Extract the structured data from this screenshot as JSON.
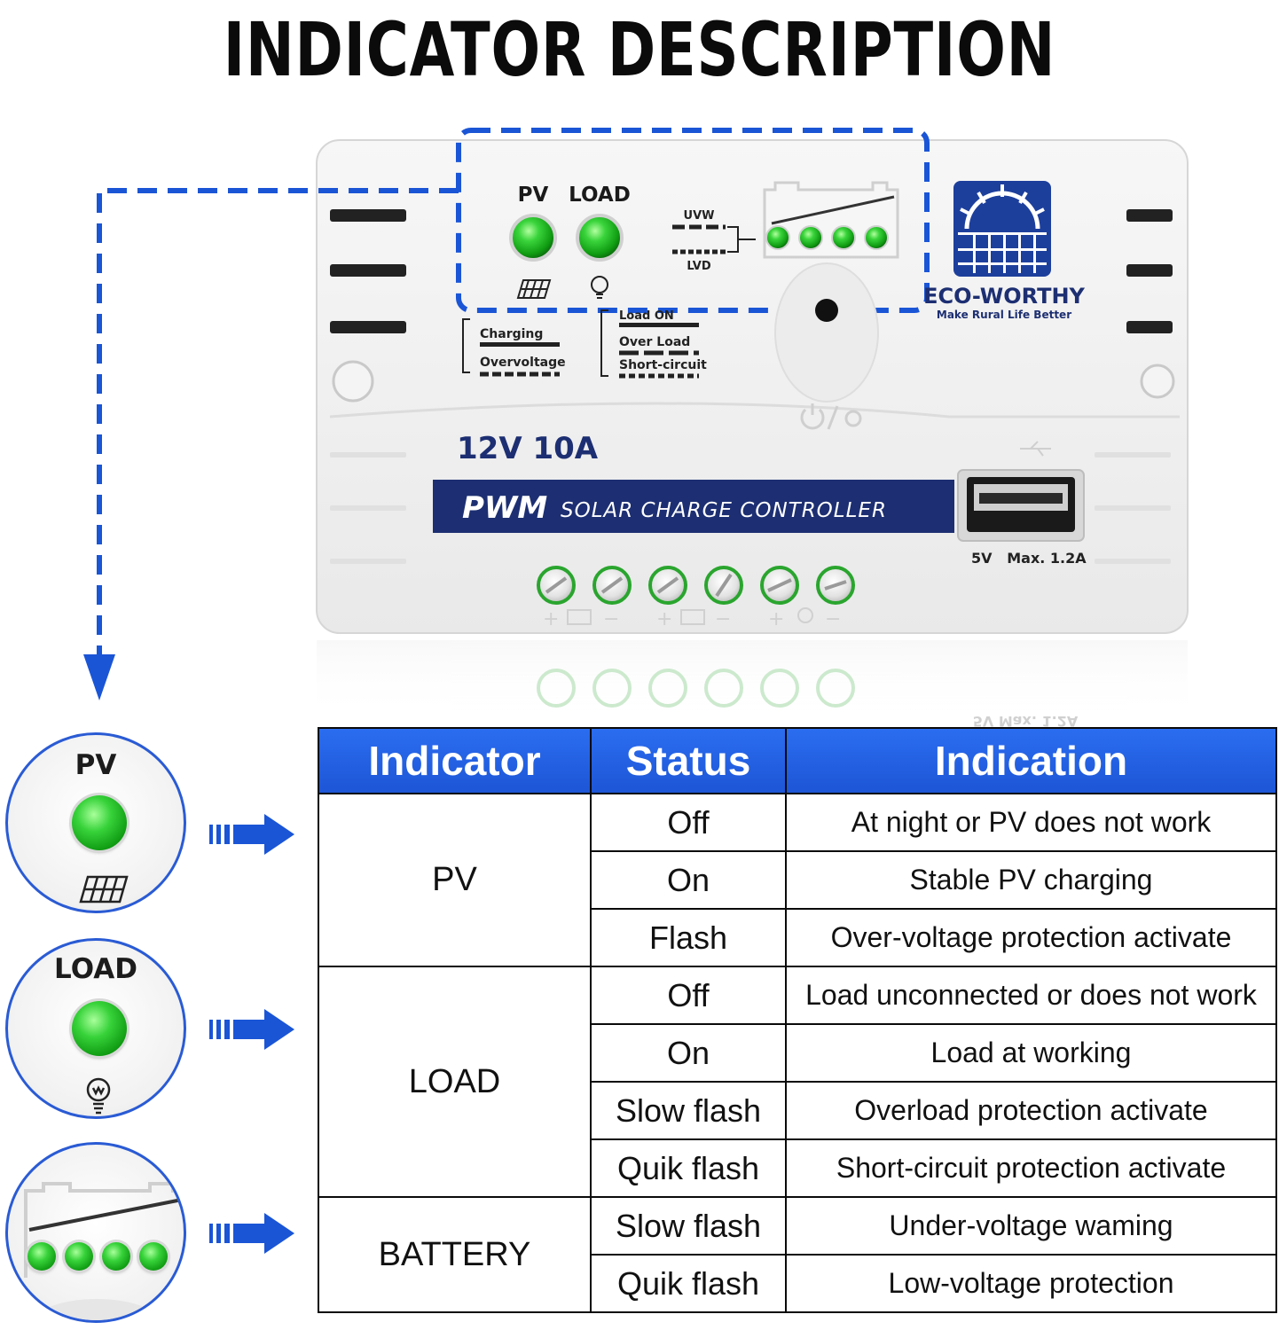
{
  "title": "INDICATOR DESCRIPTION",
  "device": {
    "pv_label": "PV",
    "load_label": "LOAD",
    "uvw_label": "UVW",
    "lvd_label": "LVD",
    "charging_label": "Charging",
    "overvoltage_label": "Overvoltage",
    "load_on_label": "Load ON",
    "over_load_label": "Over Load",
    "short_circuit_label": "Short-circuit",
    "brand": "ECO-WORTHY",
    "slogan": "Make Rural Life Better",
    "rating": "12V 10A",
    "band_bold": "PWM",
    "band_text": "SOLAR CHARGE CONTROLLER",
    "usb_rating": "5V   Max. 1.2A",
    "reflection_text": "5V Max. 1.2A"
  },
  "circles": {
    "pv_label": "PV",
    "load_label": "LOAD"
  },
  "table": {
    "headers": [
      "Indicator",
      "Status",
      "Indication"
    ],
    "groups": [
      {
        "indicator": "PV",
        "rows": [
          {
            "status": "Off",
            "indication": "At night or PV does not work"
          },
          {
            "status": "On",
            "indication": "Stable PV charging"
          },
          {
            "status": "Flash",
            "indication": "Over-voltage protection activate"
          }
        ]
      },
      {
        "indicator": "LOAD",
        "rows": [
          {
            "status": "Off",
            "indication": "Load unconnected or does not work"
          },
          {
            "status": "On",
            "indication": "Load at working"
          },
          {
            "status": "Slow flash",
            "indication": "Overload protection activate"
          },
          {
            "status": "Quik flash",
            "indication": "Short-circuit protection activate"
          }
        ]
      },
      {
        "indicator": "BATTERY",
        "rows": [
          {
            "status": "Slow flash",
            "indication": "Under-voltage waming"
          },
          {
            "status": "Quik flash",
            "indication": "Low-voltage protection"
          }
        ]
      }
    ]
  },
  "colors": {
    "accent_blue": "#1f5fe0",
    "dash_blue": "#1a55d6",
    "navy_band": "#1d2f72",
    "led_green": "#22c52a"
  }
}
